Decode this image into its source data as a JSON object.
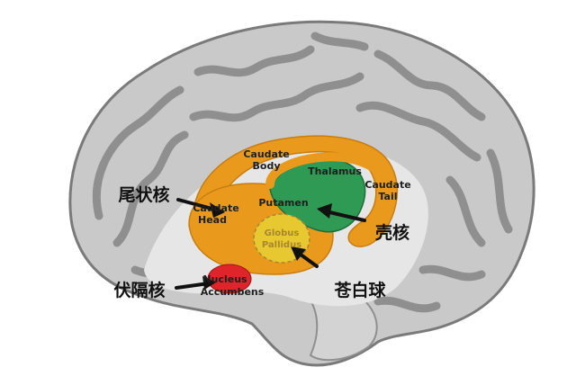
{
  "labels_en": {
    "caudate_body_line1": "Caudate",
    "caudate_body_line2": "Body",
    "thalamus": "Thalamus",
    "caudate_tail_line1": "Caudate",
    "caudate_tail_line2": "Tail",
    "putamen": "Putamen",
    "caudate_head_line1": "Caudate",
    "caudate_head_line2": "Head",
    "globus_line1": "Globus",
    "globus_line2": "Pallidus",
    "nucleus_line1": "Nucleus",
    "nucleus_line2": "Accumbens"
  },
  "labels_zh": {
    "caudate": "尾状核",
    "putamen": "壳核",
    "accumbens": "伏隔核",
    "globus": "苍白球"
  },
  "colors": {
    "brain_light": "#c9c9c9",
    "brain_dark": "#8f8f8f",
    "caudate": "#e99a1d",
    "thalamus": "#2f9a54",
    "globus": "#e8c830",
    "accumbens": "#e0252a"
  }
}
